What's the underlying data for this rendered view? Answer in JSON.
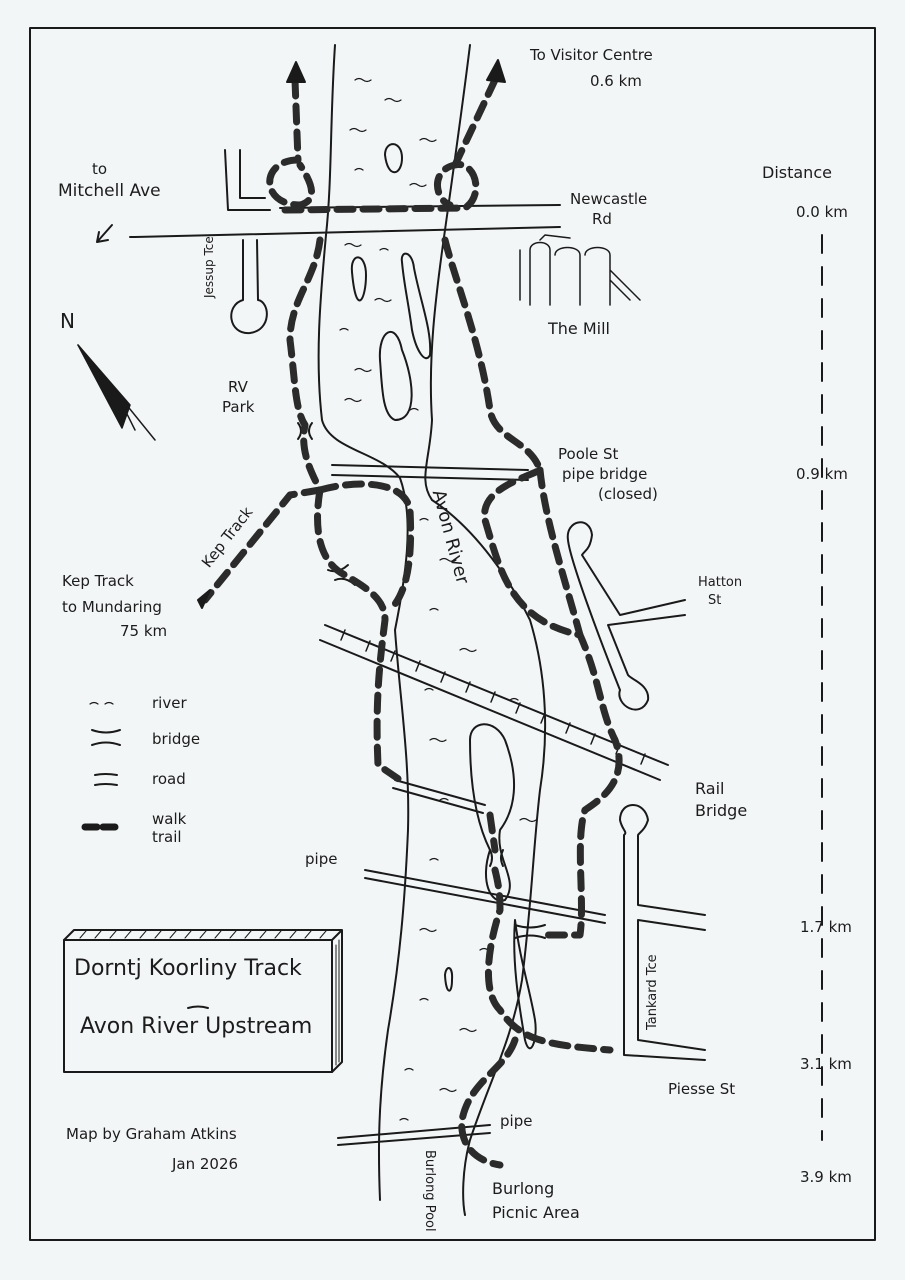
{
  "map": {
    "title_line1": "Dorntj Koorliny Track",
    "title_line2": "Avon River Upstream",
    "credit": "Map by Graham Atkins",
    "date": "Jan 2026",
    "north": "N"
  },
  "labels": {
    "visitor_centre": "To Visitor Centre",
    "visitor_centre_dist": "0.6 km",
    "to": "to",
    "mitchell_ave": "Mitchell Ave",
    "newcastle_rd_1": "Newcastle",
    "newcastle_rd_2": "Rd",
    "jessup_tce": "Jessup Tce",
    "the_mill": "The Mill",
    "rv_park_1": "RV",
    "rv_park_2": "Park",
    "poole_1": "Poole St",
    "poole_2": "pipe bridge",
    "poole_3": "(closed)",
    "kep_track": "Kep Track",
    "kep_1": "Kep Track",
    "kep_2": "to Mundaring",
    "kep_3": "75 km",
    "avon_river": "Avon River",
    "hatton_1": "Hatton",
    "hatton_2": "St",
    "rail_1": "Rail",
    "rail_2": "Bridge",
    "pipe_1": "pipe",
    "pipe_2": "pipe",
    "tankard_tce": "Tankard Tce",
    "piesse_st": "Piesse St",
    "burlong_pool": "Burlong Pool",
    "burlong_1": "Burlong",
    "burlong_2": "Picnic Area"
  },
  "legend": [
    {
      "symbol": "river",
      "label": "river"
    },
    {
      "symbol": "bridge",
      "label": "bridge"
    },
    {
      "symbol": "road",
      "label": "road"
    },
    {
      "symbol": "walk-trail",
      "label": "walk trail"
    }
  ],
  "distance": {
    "heading": "Distance",
    "marks": [
      "0.0 km",
      "0.9 km",
      "1.7 km",
      "3.1 km",
      "3.9 km"
    ]
  },
  "colors": {
    "ink": "#1a1a1a",
    "paper": "#f3f6f7",
    "trail": "#2b2b2b"
  }
}
